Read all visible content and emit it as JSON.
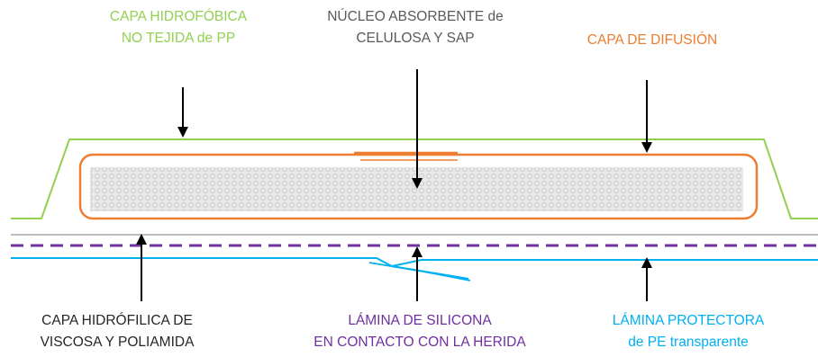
{
  "labels": {
    "hydrophobic_layer": {
      "line1": "CAPA HIDROFÓBICA",
      "line2": "NO TEJIDA de PP",
      "color": "#92d050"
    },
    "absorbent_core": {
      "line1": "NÚCLEO ABSORBENTE de",
      "line2": "CELULOSA Y SAP",
      "color": "#595959"
    },
    "diffusion_layer": {
      "line1": "CAPA DE DIFUSIÓN",
      "color": "#ed7d31"
    },
    "hydrophilic_layer": {
      "line1": "CAPA HIDRÓFILICA DE",
      "line2": "VISCOSA Y POLIAMIDA",
      "color": "#262626"
    },
    "silicone_sheet": {
      "line1": "LÁMINA DE SILICONA",
      "line2": "EN CONTACTO CON LA HERIDA",
      "color": "#7030a0"
    },
    "protective_sheet": {
      "line1": "LÁMINA PROTECTORA",
      "line2": "de PE transparente",
      "color": "#00b0f0"
    }
  },
  "layer_colors": {
    "hydrophobic": "#92d050",
    "diffusion": "#ed7d31",
    "core_fill": "#e6e6e6",
    "core_pattern": "#c8c8c8",
    "hydrophilic": "#a6a6a6",
    "silicone": "#7030a0",
    "protective": "#00b0f0",
    "arrow": "#000000"
  }
}
